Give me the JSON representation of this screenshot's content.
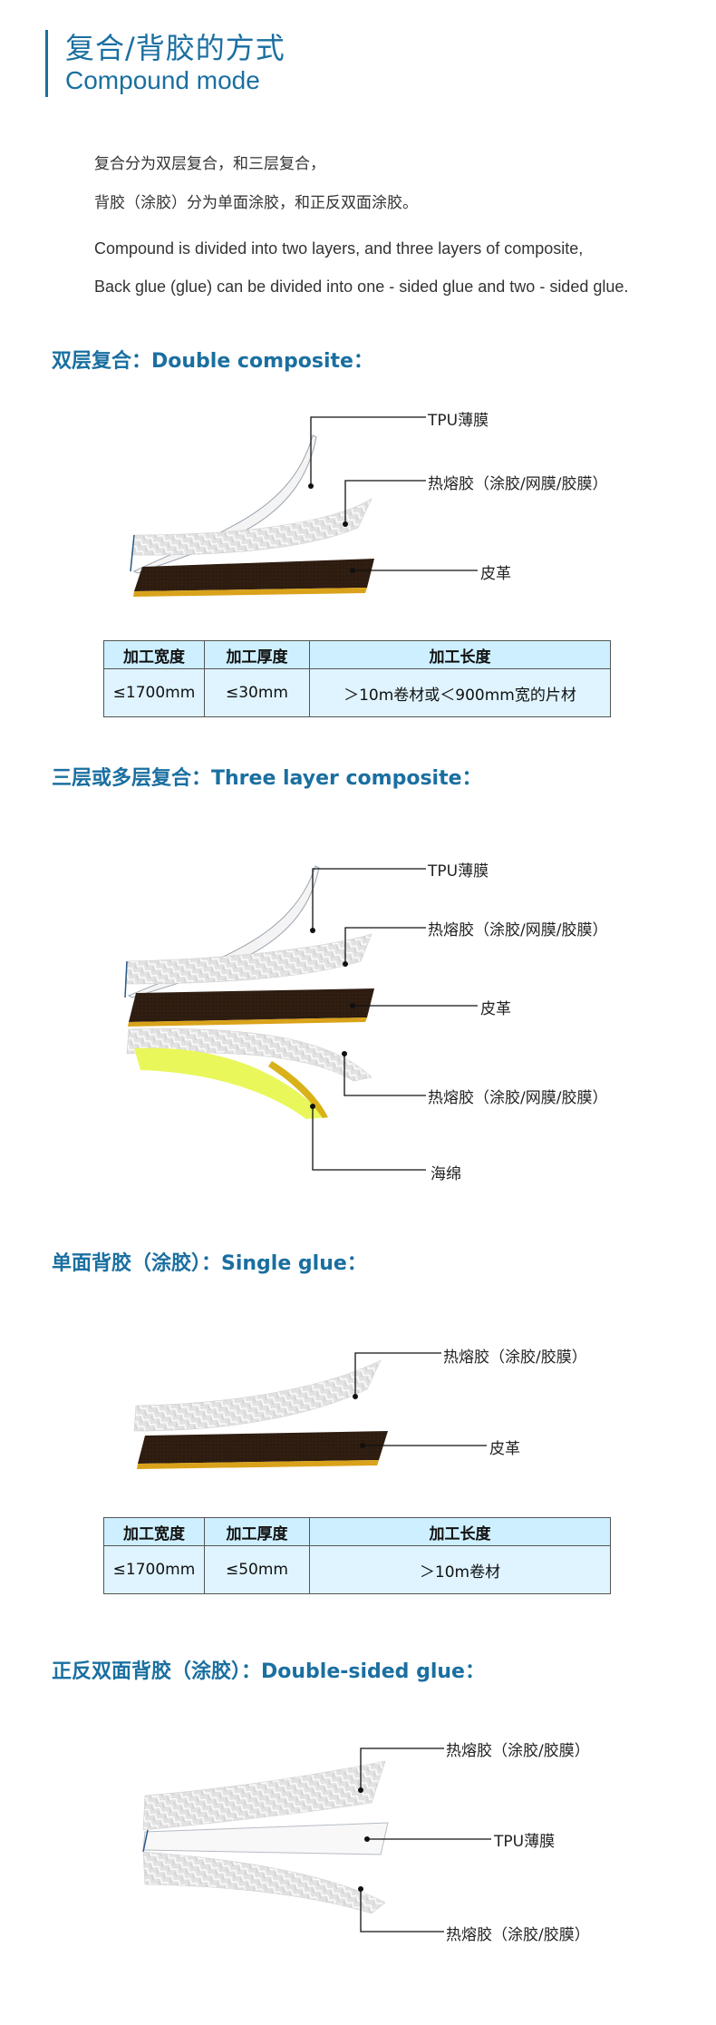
{
  "header": {
    "title_zh": "复合/背胶的方式",
    "title_en": "Compound mode"
  },
  "intro": {
    "line1": "复合分为双层复合，和三层复合，",
    "line2": "背胶（涂胶）分为单面涂胶，和正反双面涂胶。",
    "line3": "Compound is divided into two layers, and three layers of composite,",
    "line4": "Back glue (glue) can be divided into one - sided glue and two - sided glue."
  },
  "sections": {
    "double": {
      "title": "双层复合：Double composite：",
      "labels": {
        "tpu": "TPU薄膜",
        "glue": "热熔胶（涂胶/网膜/胶膜）",
        "leather": "皮革"
      },
      "table": {
        "headers": [
          "加工宽度",
          "加工厚度",
          "加工长度"
        ],
        "values": [
          "≤1700mm",
          "≤30mm",
          "＞10m卷材或＜900mm宽的片材"
        ]
      }
    },
    "three": {
      "title": "三层或多层复合：Three layer composite：",
      "labels": {
        "tpu": "TPU薄膜",
        "glue_top": "热熔胶（涂胶/网膜/胶膜）",
        "leather": "皮革",
        "glue_bottom": "热熔胶（涂胶/网膜/胶膜）",
        "sponge": "海绵"
      }
    },
    "single": {
      "title": "单面背胶（涂胶）：Single glue：",
      "labels": {
        "glue": "热熔胶（涂胶/胶膜）",
        "leather": "皮革"
      },
      "table": {
        "headers": [
          "加工宽度",
          "加工厚度",
          "加工长度"
        ],
        "values": [
          "≤1700mm",
          "≤50mm",
          "＞10m卷材"
        ]
      }
    },
    "doublesided": {
      "title": "正反双面背胶（涂胶）：Double-sided glue：",
      "labels": {
        "glue_top": "热熔胶（涂胶/胶膜）",
        "tpu": "TPU薄膜",
        "glue_bottom": "热熔胶（涂胶/胶膜）"
      }
    }
  },
  "colors": {
    "accent": "#1a6fa0",
    "leather": "#2e1c10",
    "leather_edge": "#d9a21a",
    "sponge": "#e9f75a",
    "table_bg": "#dff4ff"
  }
}
